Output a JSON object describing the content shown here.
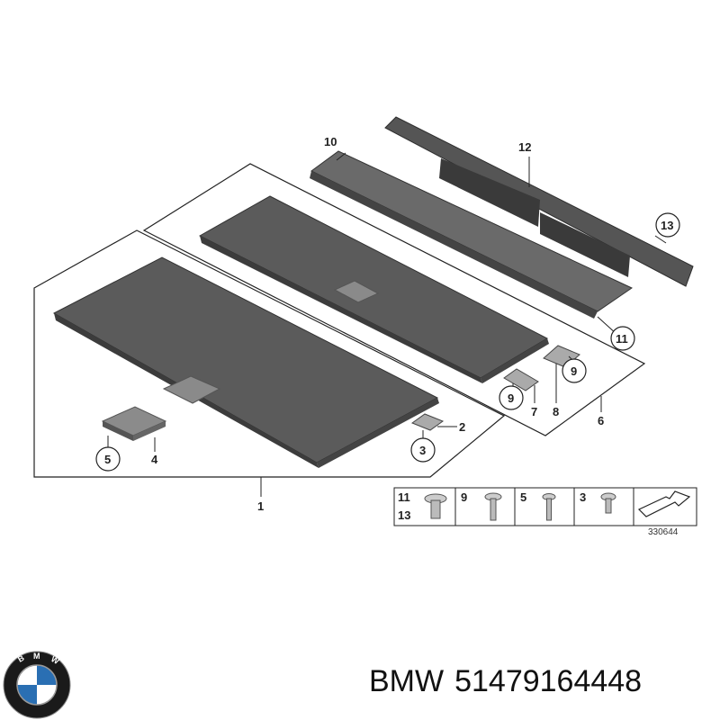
{
  "diagram": {
    "callouts": [
      "1",
      "2",
      "3",
      "4",
      "5",
      "6",
      "7",
      "8",
      "9",
      "9",
      "10",
      "11",
      "12",
      "13"
    ],
    "legend": {
      "cells": [
        {
          "labels": [
            "11",
            "13"
          ],
          "icon": "push-rivet-icon"
        },
        {
          "labels": [
            "9"
          ],
          "icon": "screw-icon"
        },
        {
          "labels": [
            "5"
          ],
          "icon": "screw-icon"
        },
        {
          "labels": [
            "3"
          ],
          "icon": "short-screw-icon"
        },
        {
          "labels": [],
          "icon": "direction-arrow-icon"
        }
      ]
    },
    "reference_number": "330644"
  },
  "logo": {
    "name": "bmw-logo-icon",
    "letters": "BMW"
  },
  "caption": {
    "brand": "BMW",
    "part_number": "51479164448"
  },
  "colors": {
    "panel": "#5a5a5a",
    "panel_dark": "#3e3e3e",
    "line": "#222222"
  }
}
